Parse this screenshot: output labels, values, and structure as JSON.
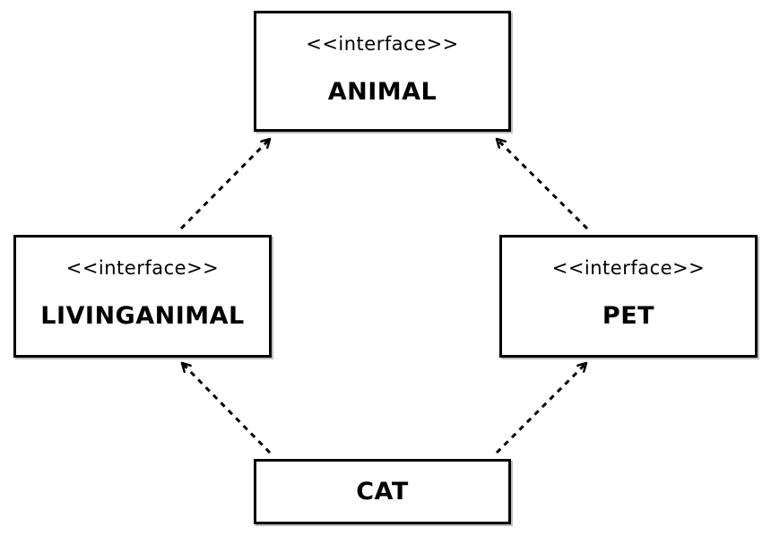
{
  "diagram": {
    "nodes": [
      {
        "id": "animal",
        "stereotype": "<<interface>>",
        "name": "ANIMAL"
      },
      {
        "id": "livinganimal",
        "stereotype": "<<interface>>",
        "name": "LIVINGANIMAL"
      },
      {
        "id": "pet",
        "stereotype": "<<interface>>",
        "name": "PET"
      },
      {
        "id": "cat",
        "stereotype": "",
        "name": "CAT"
      }
    ],
    "edges": [
      {
        "from": "livinganimal",
        "to": "animal",
        "style": "dashed"
      },
      {
        "from": "pet",
        "to": "animal",
        "style": "dashed"
      },
      {
        "from": "cat",
        "to": "livinganimal",
        "style": "dashed"
      },
      {
        "from": "cat",
        "to": "pet",
        "style": "dashed"
      }
    ],
    "colors": {
      "stroke": "#000000",
      "background": "#ffffff"
    }
  }
}
